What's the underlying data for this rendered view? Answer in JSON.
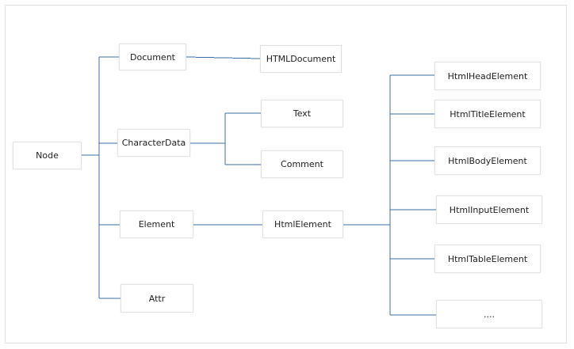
{
  "nodes": {
    "node": "Node",
    "document": "Document",
    "html_document": "HTMLDocument",
    "character_data": "CharacterData",
    "text": "Text",
    "comment": "Comment",
    "element": "Element",
    "html_element": "HtmlElement",
    "attr": "Attr",
    "html_head_element": "HtmlHeadElement",
    "html_title_element": "HtmlTitleElement",
    "html_body_element": "HtmlBodyElement",
    "html_input_element": "HtmlInputElement",
    "html_table_element": "HtmlTableElement",
    "more": "...."
  },
  "colors": {
    "connector": "#3b6fa8",
    "box_border": "#e3e3e3",
    "text": "#222222"
  }
}
